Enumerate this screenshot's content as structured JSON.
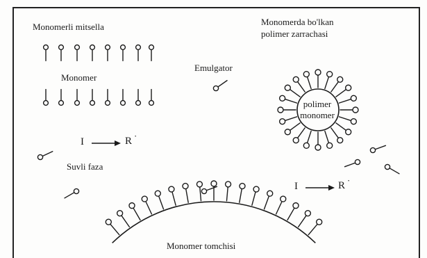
{
  "labels": {
    "micelle": "Monomerli mitsella",
    "particle_line1": "Monomerda bo'lkan",
    "particle_line2": "polimer zarrachasi",
    "monomer": "Monomer",
    "emulgator": "Emulgator",
    "polymer_core_1": "polimer",
    "polymer_core_2": "monomer",
    "aqueous_phase": "Suvli faza",
    "droplet": "Monomer tomchisi",
    "initiator": "I",
    "radical": "R"
  },
  "colors": {
    "ink": "#1a1a1a",
    "background": "#fdfdfc",
    "frame": "#222222"
  }
}
